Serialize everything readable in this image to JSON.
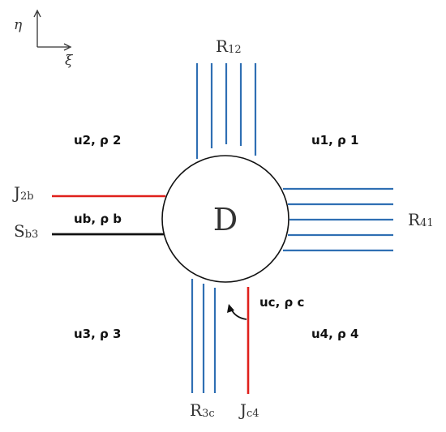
{
  "axes": {
    "vertical_label": "η",
    "horizontal_label": "ξ"
  },
  "center": {
    "label": "D"
  },
  "regions": {
    "r1": {
      "label": "u1, ρ 1"
    },
    "r2": {
      "label": "u2, ρ 2"
    },
    "r3": {
      "label": "u3, ρ 3"
    },
    "r4": {
      "label": "u4, ρ 4"
    },
    "rb": {
      "label": "ub, ρ b"
    },
    "rc": {
      "label": "uc, ρ c"
    }
  },
  "waves": {
    "R12": {
      "main": "R",
      "sub": "12"
    },
    "R41": {
      "main": "R",
      "sub": "41"
    },
    "R3c": {
      "main": "R",
      "sub": "3c"
    },
    "J2b": {
      "main": "J",
      "sub": "2b"
    },
    "Jc4": {
      "main": "J",
      "sub": "c4"
    },
    "Sb3": {
      "main": "S",
      "sub": "b3"
    }
  },
  "colors": {
    "rarefaction": "#2f6fb3",
    "contact": "#e0201b",
    "shock": "#111111",
    "text": "#333333"
  }
}
